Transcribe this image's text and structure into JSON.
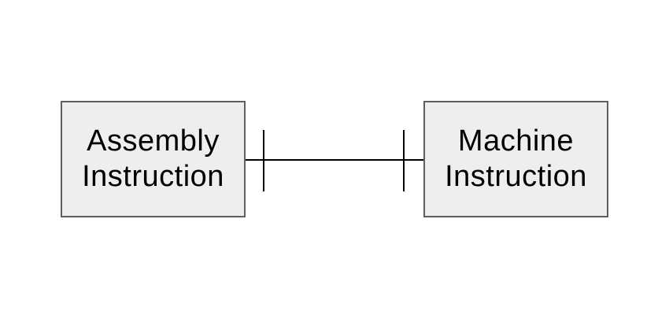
{
  "diagram": {
    "background": "#ffffff",
    "nodes": [
      {
        "id": "assembly-instruction",
        "label": "Assembly\nInstruction",
        "fill": "#eeeeee",
        "border_color": "#5f5f5f",
        "text_color": "#000000"
      },
      {
        "id": "machine-instruction",
        "label": "Machine\nInstruction",
        "fill": "#eeeeee",
        "border_color": "#5f5f5f",
        "text_color": "#000000"
      }
    ],
    "connector": {
      "style": "straight-line-with-perpendicular-end-ticks",
      "color": "#000000",
      "tick_count": 2
    }
  }
}
